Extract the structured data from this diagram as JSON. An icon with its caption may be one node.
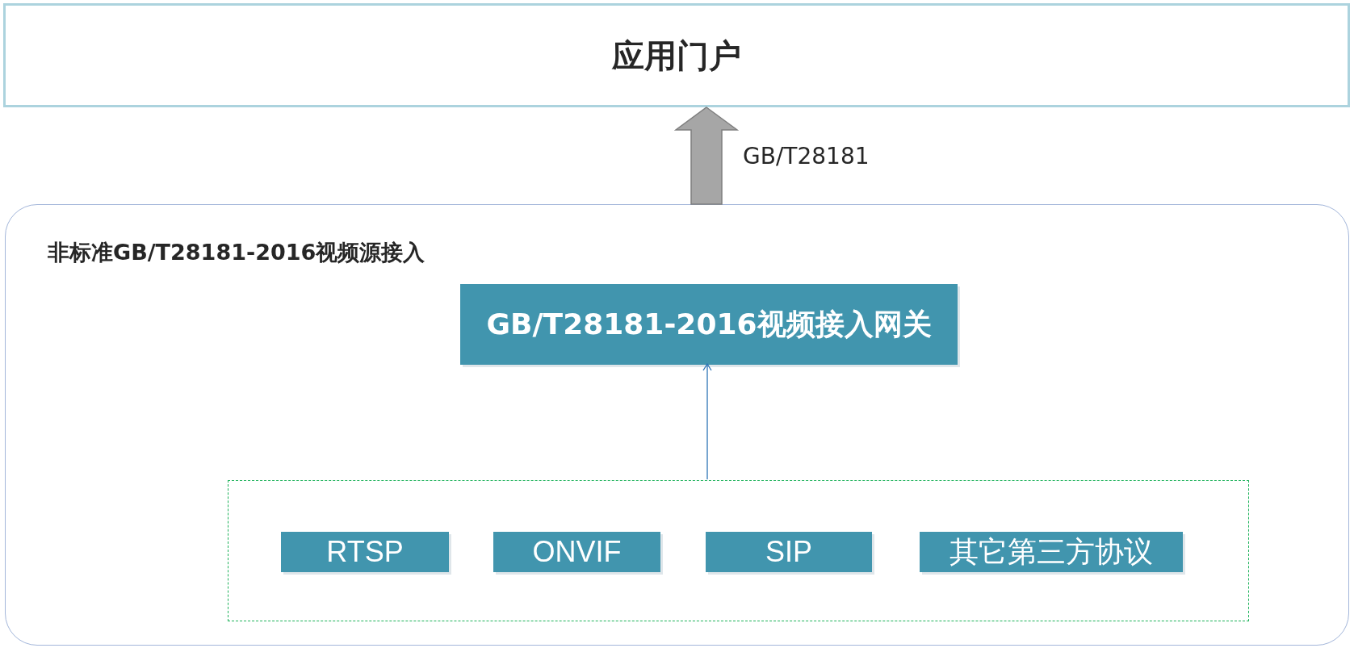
{
  "diagram": {
    "nodes": [
      {
        "text": [
          "应用门户"
        ]
      },
      {
        "text": [
          "非标准GB/T28181-2016视频源接入"
        ]
      },
      {
        "text": [
          "GB/T28181-2016视频接入网关"
        ],
        "in": 1
      },
      {
        "text": [],
        "shape": "box",
        "in": 1
      },
      {
        "text": [
          "RTSP"
        ],
        "in": 3
      },
      {
        "text": [
          "ONVIF"
        ],
        "in": 3
      },
      {
        "text": [
          "SIP"
        ],
        "in": 3
      },
      {
        "text": [
          "其它第三方协议"
        ],
        "in": 3
      }
    ],
    "edges": [
      {
        "from": 1,
        "to": 0,
        "arrow": "to",
        "label": "GB/T28181",
        "style": "thick",
        "color": "#a6a6a6"
      },
      {
        "from": 3,
        "to": 2,
        "arrow": "to",
        "color": "#2e75b6"
      }
    ]
  }
}
